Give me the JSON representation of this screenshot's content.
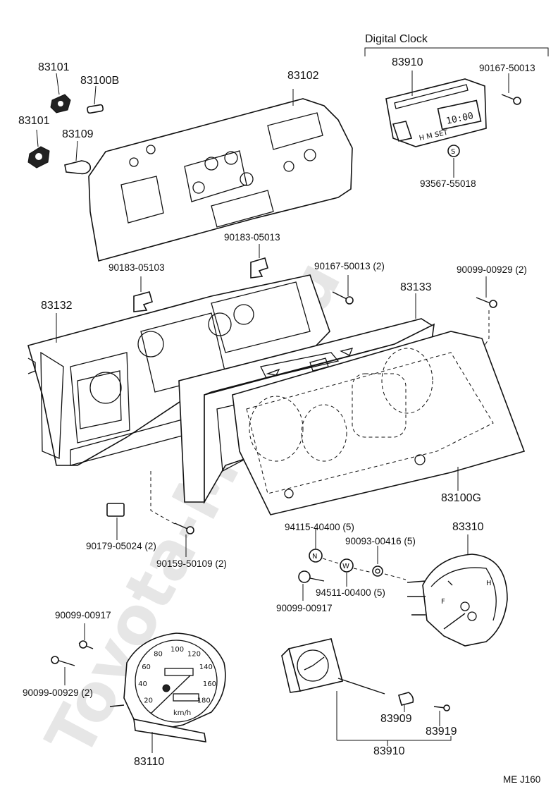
{
  "watermark": "Toyota-Mine.ru",
  "section_title": "Digital Clock",
  "figure_code": "ME  J160",
  "clock_display": "10:00",
  "clock_buttons": "H  M  SET",
  "speedo_unit": "km/h",
  "speedo_ticks": [
    "20",
    "40",
    "60",
    "80",
    "100",
    "120",
    "140",
    "160",
    "180"
  ],
  "gauge_marks": {
    "fuel_full": "F",
    "temp_hot": "H"
  },
  "washer_symbols": {
    "n": "N",
    "w": "W",
    "s": "S"
  },
  "labels": {
    "p83101_a": "83101",
    "p83100b": "83100B",
    "p83101_b": "83101",
    "p83109": "83109",
    "p83102": "83102",
    "p83910_top": "83910",
    "p90167_top": "90167-50013",
    "p93567": "93567-55018",
    "p90183_05013": "90183-05013",
    "p90183_05103": "90183-05103",
    "p90167_2": "90167-50013 (2)",
    "p90099_00929_2_top": "90099-00929 (2)",
    "p83132": "83132",
    "p83133": "83133",
    "p83100g": "83100G",
    "p94115": "94115-40400 (5)",
    "p90093": "90093-00416 (5)",
    "p83310": "83310",
    "p90179": "90179-05024 (2)",
    "p90159": "90159-50109 (2)",
    "p94511": "94511-00400 (5)",
    "p90099_00917_a": "90099-00917",
    "p90099_00917_b": "90099-00917",
    "p90099_00929_2_bot": "90099-00929 (2)",
    "p83909": "83909",
    "p83919": "83919",
    "p83910_bot": "83910",
    "p83110": "83110"
  }
}
